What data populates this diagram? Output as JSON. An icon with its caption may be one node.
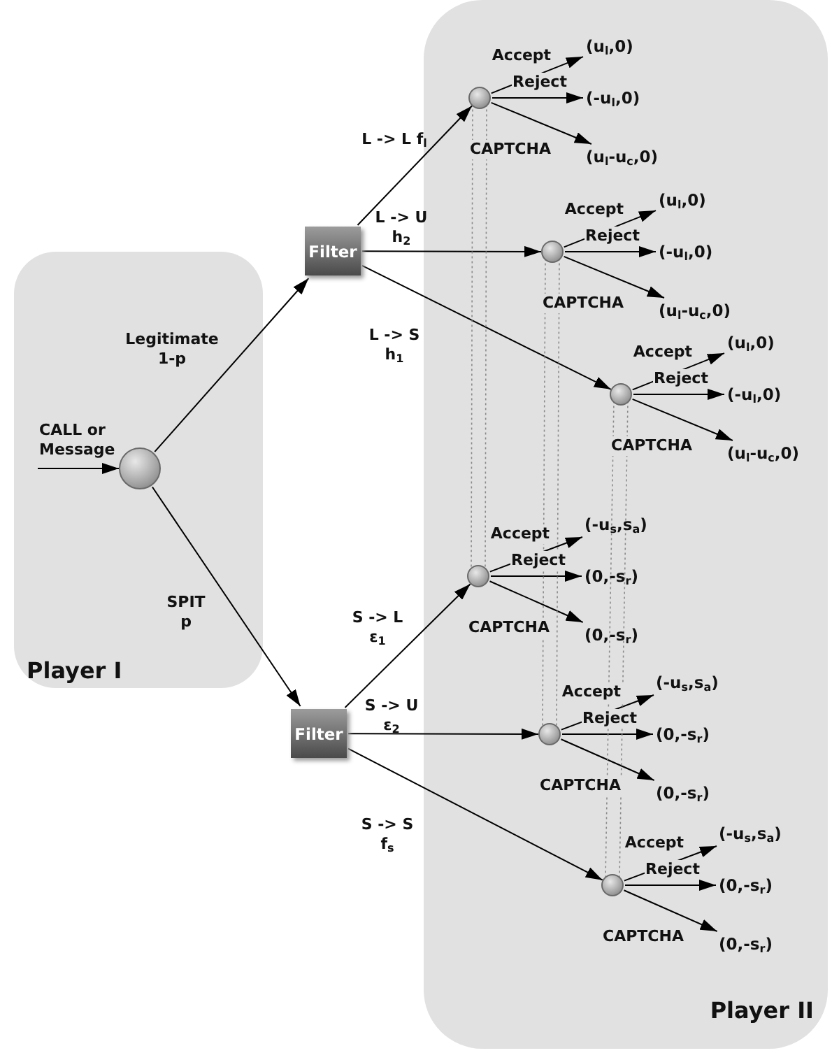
{
  "diagram": {
    "nodes": [
      {
        "text": [
          "Player I"
        ]
      },
      {
        "text": [
          "Player II"
        ]
      },
      {
        "text": [],
        "shape": "circle",
        "in": 0
      },
      {
        "text": [
          "Filter"
        ]
      },
      {
        "text": [
          "Filter"
        ]
      },
      {
        "text": [],
        "shape": "circle",
        "in": 1
      },
      {
        "text": [],
        "shape": "circle",
        "in": 1
      },
      {
        "text": [],
        "shape": "circle",
        "in": 1
      },
      {
        "text": [],
        "shape": "circle",
        "in": 1
      },
      {
        "text": [],
        "shape": "circle",
        "in": 1
      },
      {
        "text": [],
        "shape": "circle",
        "in": 1
      },
      {
        "text": [
          "(u$_{l}$,0)"
        ],
        "in": 1
      },
      {
        "text": [
          "(-u$_{l}$,0)"
        ],
        "in": 1
      },
      {
        "text": [
          "(u$_{l}$-u$_{c}$,0)"
        ],
        "in": 1
      },
      {
        "text": [
          "(u$_{l}$,0)"
        ],
        "in": 1
      },
      {
        "text": [
          "(-u$_{l}$,0)"
        ],
        "in": 1
      },
      {
        "text": [
          "(u$_{l}$-u$_{c}$,0)"
        ],
        "in": 1
      },
      {
        "text": [
          "(u$_{l}$,0)"
        ],
        "in": 1
      },
      {
        "text": [
          "(-u$_{l}$,0)"
        ],
        "in": 1
      },
      {
        "text": [
          "(u$_{l}$-u$_{c}$,0)"
        ],
        "in": 1
      },
      {
        "text": [
          "(-u$_{s}$,s$_{a}$)"
        ],
        "in": 1
      },
      {
        "text": [
          "(0,-s$_{r}$)"
        ],
        "in": 1
      },
      {
        "text": [
          "(0,-s$_{r}$)"
        ],
        "in": 1
      },
      {
        "text": [
          "(-u$_{s}$,s$_{a}$)"
        ],
        "in": 1
      },
      {
        "text": [
          "(0,-s$_{r}$)"
        ],
        "in": 1
      },
      {
        "text": [
          "(0,-s$_{r}$)"
        ],
        "in": 1
      },
      {
        "text": [
          "(-u$_{s}$,s$_{a}$)"
        ],
        "in": 1
      },
      {
        "text": [
          "(0,-s$_{r}$)"
        ],
        "in": 1
      },
      {
        "text": [
          "(0,-s$_{r}$)"
        ],
        "in": 1
      }
    ],
    "edges": [
      {
        "from": null,
        "to": 2,
        "arrow": "to",
        "label": "CALL or Message"
      },
      {
        "from": 2,
        "to": 3,
        "arrow": "to",
        "label": "Legitimate 1-p"
      },
      {
        "from": 2,
        "to": 4,
        "arrow": "to",
        "label": "SPIT p"
      },
      {
        "from": 3,
        "to": 5,
        "arrow": "to",
        "label": "L -> L f$_{l}$"
      },
      {
        "from": 3,
        "to": 6,
        "arrow": "to",
        "label": "L -> U h$_{2}$"
      },
      {
        "from": 3,
        "to": 7,
        "arrow": "to",
        "label": "L -> S h$_{1}$"
      },
      {
        "from": 4,
        "to": 8,
        "arrow": "to",
        "label": "S -> L ε$_{1}$"
      },
      {
        "from": 4,
        "to": 9,
        "arrow": "to",
        "label": "S -> U ε$_{2}$"
      },
      {
        "from": 4,
        "to": 10,
        "arrow": "to",
        "label": "S -> S f$_{s}$"
      },
      {
        "from": 5,
        "to": 11,
        "arrow": "to",
        "label": "Accept"
      },
      {
        "from": 5,
        "to": 12,
        "arrow": "to",
        "label": "Reject"
      },
      {
        "from": 5,
        "to": 13,
        "arrow": "to",
        "label": "CAPTCHA"
      },
      {
        "from": 6,
        "to": 14,
        "arrow": "to",
        "label": "Accept"
      },
      {
        "from": 6,
        "to": 15,
        "arrow": "to",
        "label": "Reject"
      },
      {
        "from": 6,
        "to": 16,
        "arrow": "to",
        "label": "CAPTCHA"
      },
      {
        "from": 7,
        "to": 17,
        "arrow": "to",
        "label": "Accept"
      },
      {
        "from": 7,
        "to": 18,
        "arrow": "to",
        "label": "Reject"
      },
      {
        "from": 7,
        "to": 19,
        "arrow": "to",
        "label": "CAPTCHA"
      },
      {
        "from": 8,
        "to": 20,
        "arrow": "to",
        "label": "Accept"
      },
      {
        "from": 8,
        "to": 21,
        "arrow": "to",
        "label": "Reject"
      },
      {
        "from": 8,
        "to": 22,
        "arrow": "to",
        "label": "CAPTCHA"
      },
      {
        "from": 9,
        "to": 23,
        "arrow": "to",
        "label": "Accept"
      },
      {
        "from": 9,
        "to": 24,
        "arrow": "to",
        "label": "Reject"
      },
      {
        "from": 9,
        "to": 25,
        "arrow": "to",
        "label": "CAPTCHA"
      },
      {
        "from": 10,
        "to": 26,
        "arrow": "to",
        "label": "Accept"
      },
      {
        "from": 10,
        "to": 27,
        "arrow": "to",
        "label": "Reject"
      },
      {
        "from": 10,
        "to": 28,
        "arrow": "to",
        "label": "CAPTCHA"
      },
      {
        "from": 5,
        "to": 8,
        "arrow": "none",
        "style": "dashed",
        "color": "#8a8a8a"
      },
      {
        "from": 5,
        "to": 8,
        "arrow": "none",
        "style": "dashed",
        "color": "#8a8a8a"
      },
      {
        "from": 6,
        "to": 9,
        "arrow": "none",
        "style": "dashed",
        "color": "#8a8a8a"
      },
      {
        "from": 6,
        "to": 9,
        "arrow": "none",
        "style": "dashed",
        "color": "#8a8a8a"
      },
      {
        "from": 7,
        "to": 10,
        "arrow": "none",
        "style": "dashed",
        "color": "#8a8a8a"
      },
      {
        "from": 7,
        "to": 10,
        "arrow": "none",
        "style": "dashed",
        "color": "#8a8a8a"
      }
    ]
  }
}
